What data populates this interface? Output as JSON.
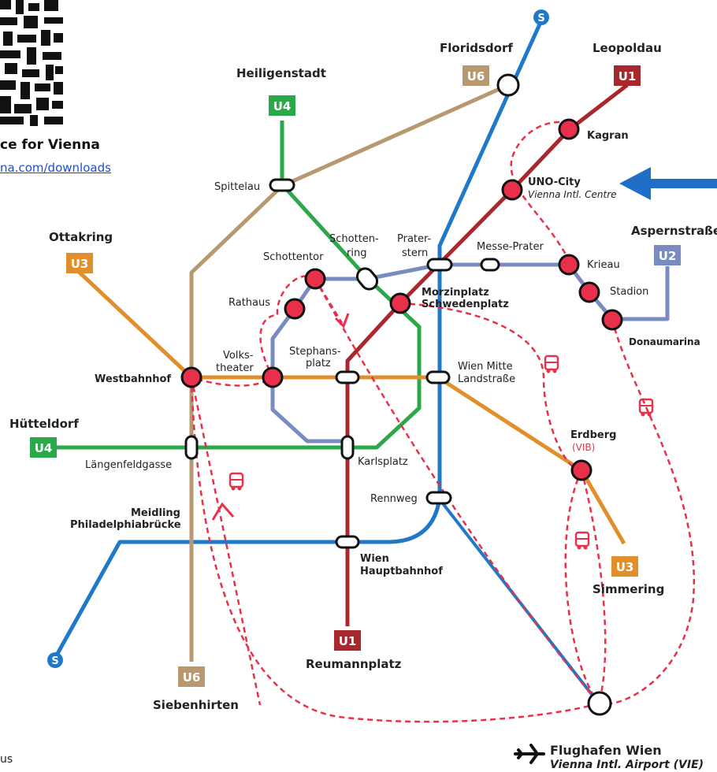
{
  "header": {
    "title": "ce for Vienna",
    "link": "na.com/downloads"
  },
  "footer_fragment": "us",
  "lines": [
    {
      "id": "U1",
      "color": "#a8282d",
      "text_color": "#ffffff"
    },
    {
      "id": "U2",
      "color": "#7a8bbf",
      "text_color": "#ffffff"
    },
    {
      "id": "U3",
      "color": "#e08f2c",
      "text_color": "#ffffff"
    },
    {
      "id": "U4",
      "color": "#2aa84a",
      "text_color": "#ffffff"
    },
    {
      "id": "U6",
      "color": "#b89871",
      "text_color": "#ffffff"
    },
    {
      "id": "S",
      "color": "#1f78c8",
      "text_color": "#ffffff"
    }
  ],
  "route_color": "#e8304a",
  "termini": {
    "floridsdorf": "Floridsdorf",
    "leopoldau": "Leopoldau",
    "heiligenstadt": "Heiligenstadt",
    "ottakring": "Ottakring",
    "huetteldorf": "Hütteldorf",
    "aspernstrasse": "Aspernstraße",
    "simmering": "Simmering",
    "reumannplatz": "Reumannplatz",
    "siebenhirten": "Siebenhirten"
  },
  "stations": {
    "kagran": "Kagran",
    "uno_city": "UNO-City",
    "uno_city_sub": "Vienna Intl. Centre",
    "spittelau": "Spittelau",
    "schottenring_1": "Schotten-",
    "schottenring_2": "ring",
    "praterstern_1": "Prater-",
    "praterstern_2": "stern",
    "messe_prater": "Messe-Prater",
    "schottentor": "Schottentor",
    "krieau": "Krieau",
    "stadion": "Stadion",
    "rathaus": "Rathaus",
    "morzinplatz_1": "Morzinplatz",
    "morzinplatz_2": "Schwedenplatz",
    "donaumarina": "Donaumarina",
    "volkstheater_1": "Volks-",
    "volkstheater_2": "theater",
    "stephansplatz_1": "Stephans-",
    "stephansplatz_2": "platz",
    "westbahnhof": "Westbahnhof",
    "wien_mitte_1": "Wien Mitte",
    "wien_mitte_2": "Landstraße",
    "erdberg": "Erdberg",
    "erdberg_sub": "(VIB)",
    "laengenfeldgasse": "Längenfeldgasse",
    "karlsplatz": "Karlsplatz",
    "rennweg": "Rennweg",
    "meidling_1": "Meidling",
    "meidling_2": "Philadelphiabrücke",
    "hauptbahnhof_1": "Wien",
    "hauptbahnhof_2": "Hauptbahnhof",
    "airport_1": "Flughafen Wien",
    "airport_2": "Vienna Intl. Airport (VIE)"
  },
  "s_logo_glyph": "S",
  "icons": {
    "bus": "bus-icon",
    "plane": "airplane-icon",
    "arrow": "arrow-left-icon",
    "qr": "qr-code"
  }
}
